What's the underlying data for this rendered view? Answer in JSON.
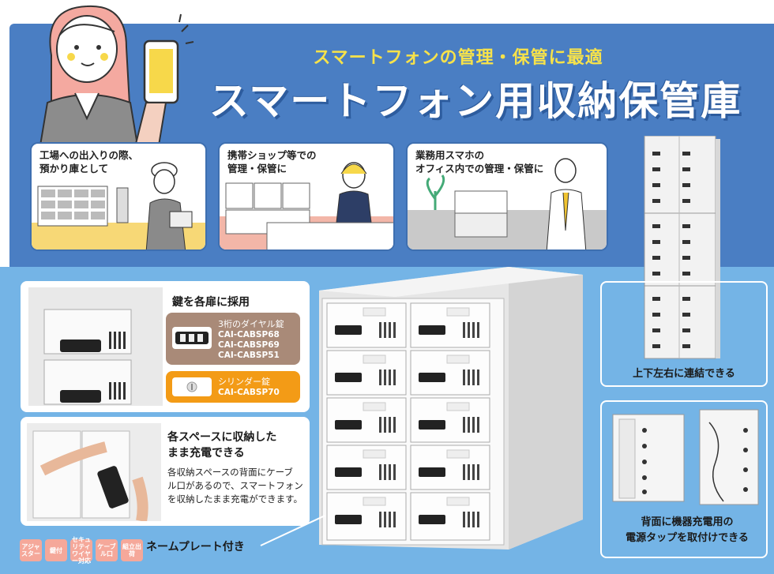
{
  "header": {
    "subtitle": "スマートフォンの管理・保管に最適",
    "title": "スマートフォン用収納保管庫"
  },
  "scenes": [
    {
      "caption_line1": "工場への出入りの際、",
      "caption_line2": "預かり庫として"
    },
    {
      "caption_line1": "携帯ショップ等での",
      "caption_line2": "管理・保管に"
    },
    {
      "caption_line1": "業務用スマホの",
      "caption_line2": "オフィス内での管理・保管に"
    }
  ],
  "key_panel": {
    "title": "鍵を各扉に採用",
    "dial": {
      "label": "3桁のダイヤル錠",
      "models": [
        "CAI-CABSP68",
        "CAI-CABSP69",
        "CAI-CABSP51"
      ]
    },
    "cylinder": {
      "label": "シリンダー錠",
      "model": "CAI-CABSP70"
    }
  },
  "charge_panel": {
    "title_line1": "各スペースに収納した",
    "title_line2": "まま充電できる",
    "desc_line1": "各収納スペースの背面にケーブ",
    "desc_line2": "ル口があるので、スマートフォン",
    "desc_line3": "を収納したまま充電ができます。"
  },
  "link_caption": "上下左右に連結できる",
  "tap_caption_line1": "背面に機器充電用の",
  "tap_caption_line2": "電源タップを取付けできる",
  "nameplate": "ネームプレート付き",
  "badges": [
    "アジャスター",
    "鍵付",
    "セキュリティワイヤー対応",
    "ケーブル口",
    "組立出荷"
  ],
  "colors": {
    "title_blue": "#4a7ec3",
    "subtitle_yellow": "#f7e24a",
    "bottom_blue": "#74b4e6",
    "dial_brown": "#a98a78",
    "cylinder_orange": "#f39b16",
    "badge_pink": "#f5a89a"
  }
}
